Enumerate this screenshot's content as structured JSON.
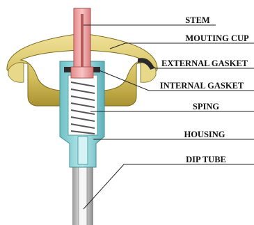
{
  "diagram": {
    "labels": {
      "stem": "STEM",
      "mounting_cup": "MOUTING CUP",
      "external_gasket": "EXTERNAL GASKET",
      "internal_gasket": "INTERNAL GASKET",
      "spring": "SPING",
      "housing": "HOUSING",
      "dip_tube": "DIP TUBE"
    },
    "colors": {
      "stem": "#f2a6a6",
      "mounting_cup": "#d8c56a",
      "gasket": "#2c2c2c",
      "housing": "#8fd3d8",
      "spring": "#d9d9d9",
      "dip_tube": "#c8c8c8",
      "leader_line": "#222222"
    }
  }
}
